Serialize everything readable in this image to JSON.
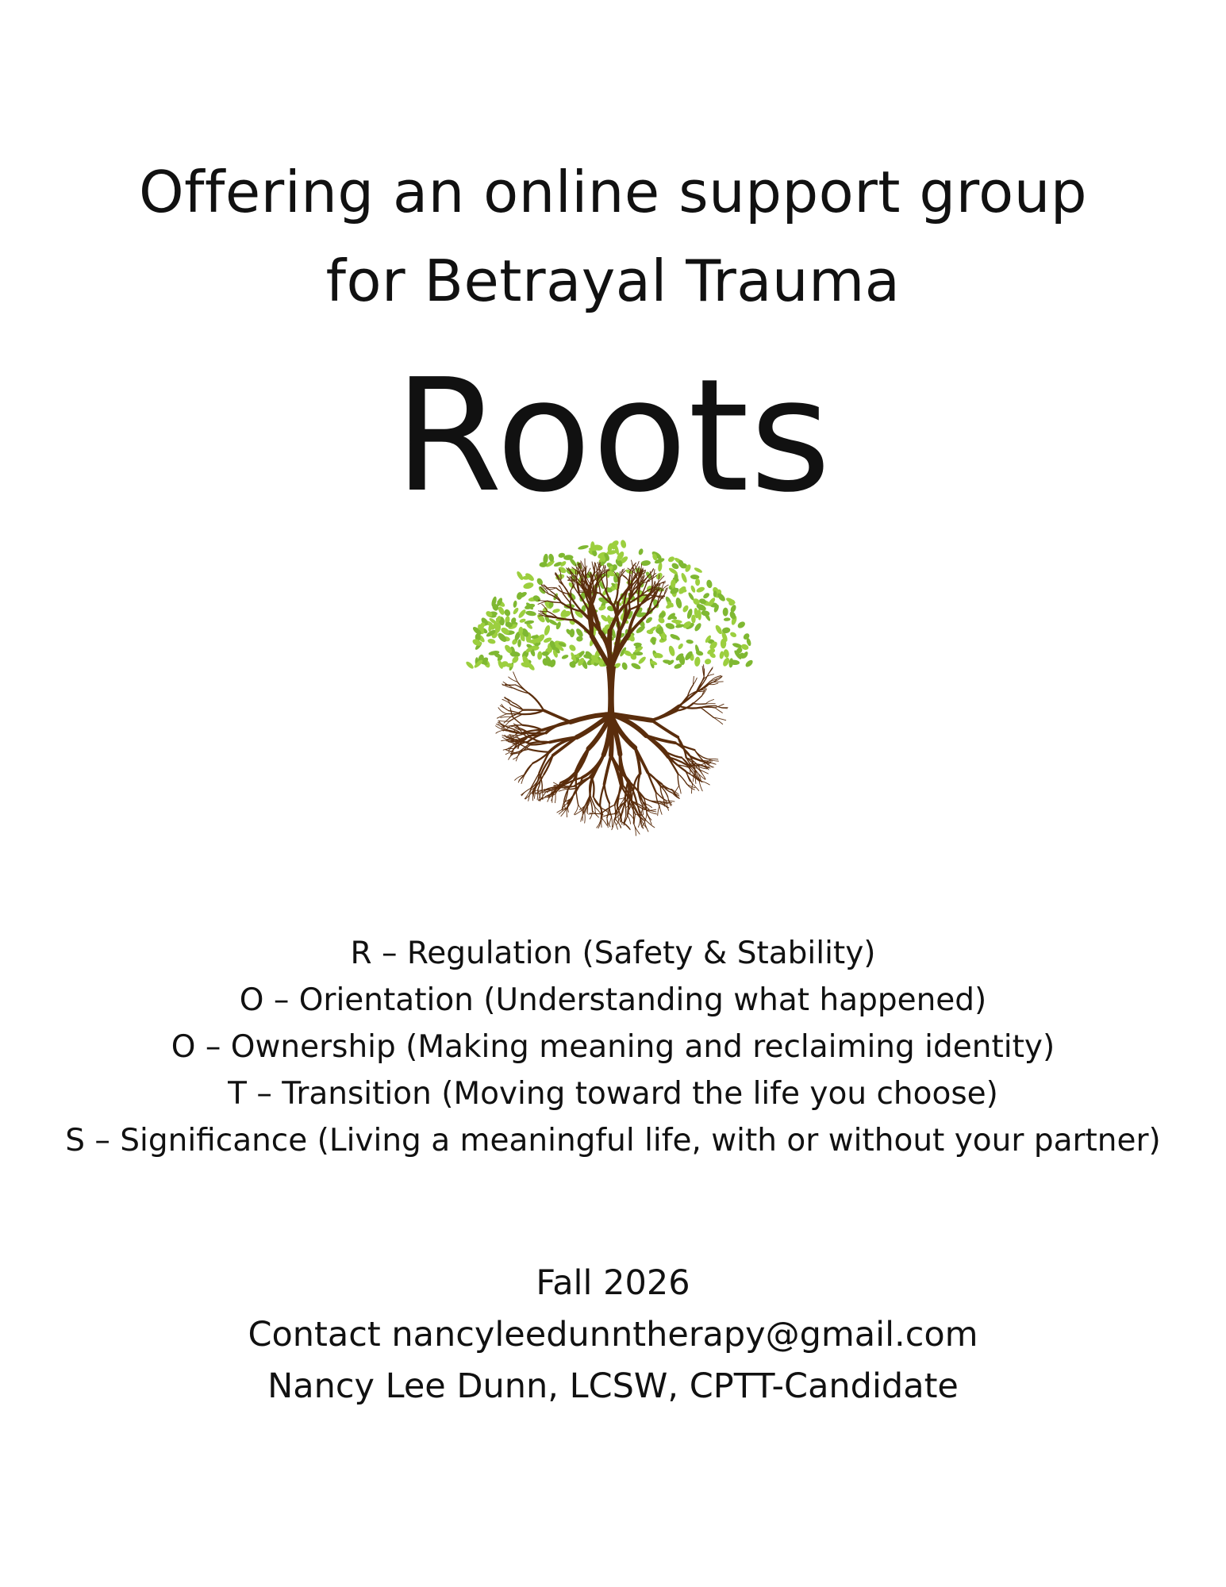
{
  "header": {
    "line1": "Offering an online support group",
    "line2": "for Betrayal Trauma"
  },
  "title": "Roots",
  "logo": {
    "icon": "tree-with-roots-icon",
    "leaf_color": "#9ccf3f",
    "leaf_color_dark": "#7fb832",
    "trunk_color": "#5a2d0c"
  },
  "acrostic": [
    "R – Regulation (Safety & Stability)",
    "O – Orientation (Understanding what happened)",
    "O – Ownership (Making meaning and reclaiming identity)",
    "T – Transition (Moving toward the life you choose)",
    "S – Significance (Living a meaningful life, with or without your partner)"
  ],
  "footer": {
    "season": "Fall 2026",
    "contact": "Contact nancyleedunntherapy@gmail.com",
    "author": "Nancy Lee Dunn, LCSW, CPTT-Candidate"
  }
}
